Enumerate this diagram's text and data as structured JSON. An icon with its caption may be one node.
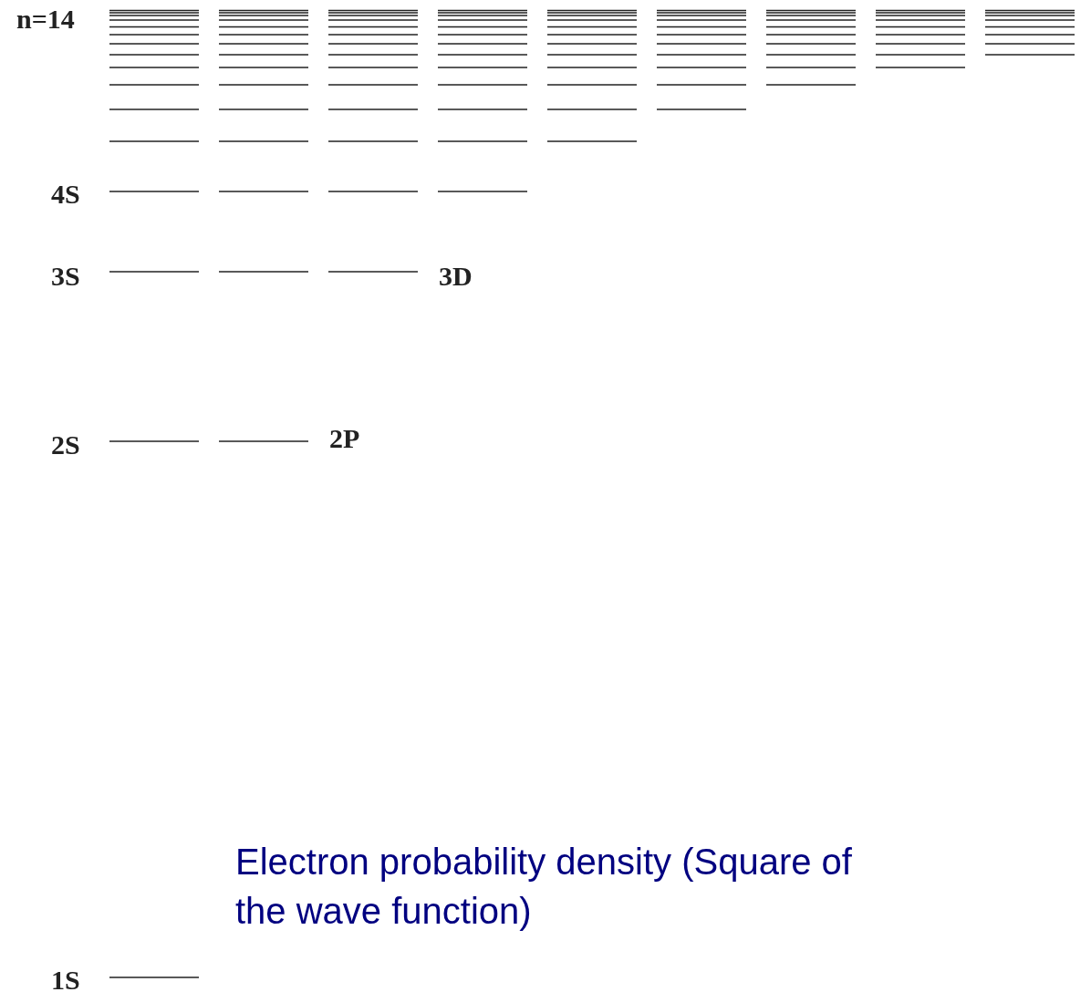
{
  "diagram": {
    "labels": [
      "n=14",
      "4S",
      "3S",
      "3D",
      "2S",
      "2P",
      "Electron probability density (Square of the wave function)",
      "1S"
    ]
  }
}
